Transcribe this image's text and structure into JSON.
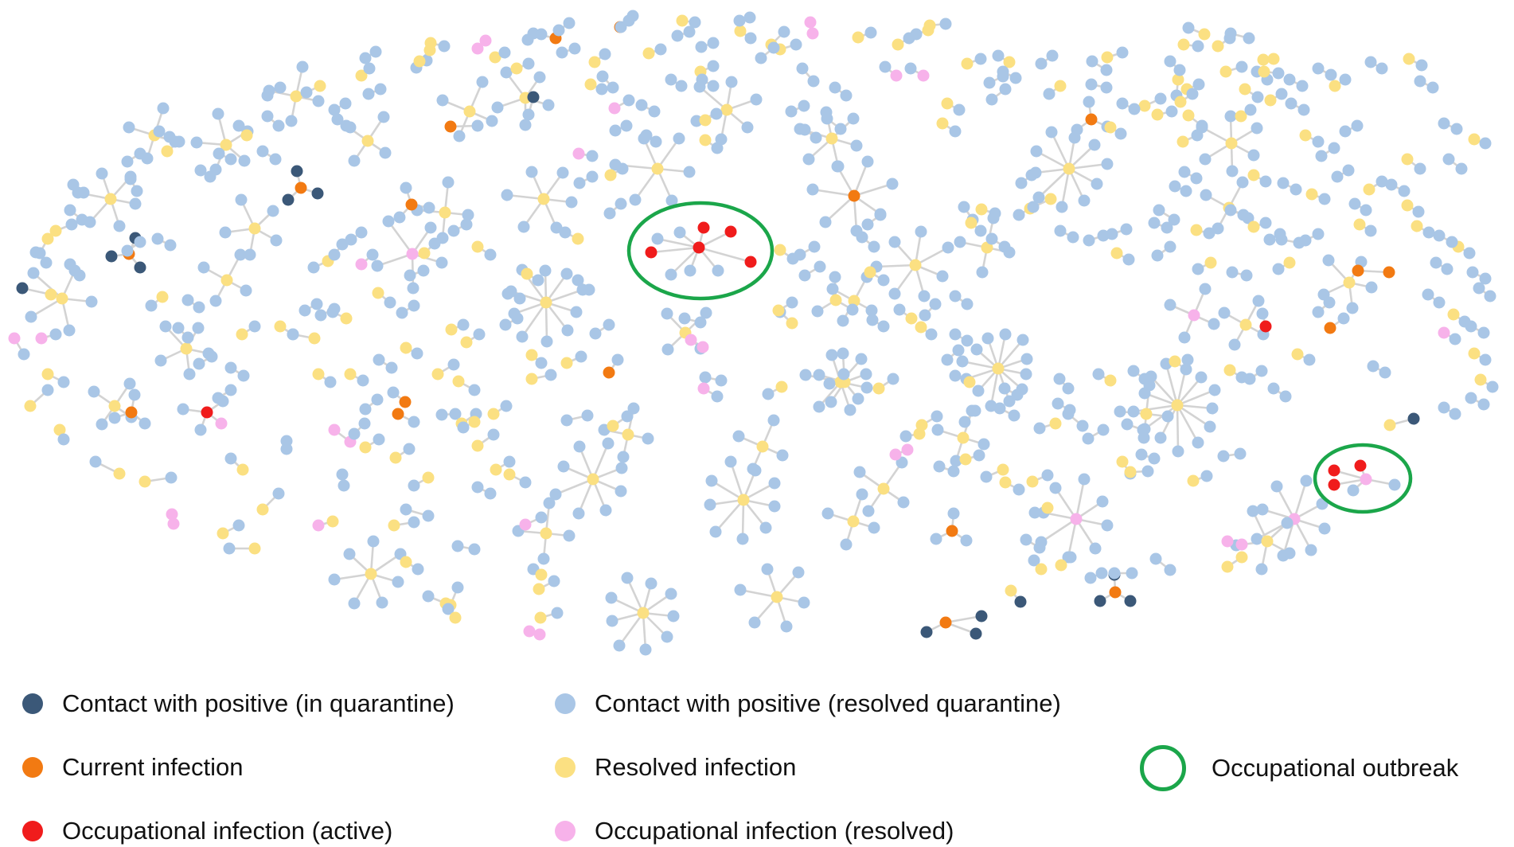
{
  "colors": {
    "quarantine": "#3b5878",
    "resolved_quarantine": "#a9c6e6",
    "current": "#f27a12",
    "resolved": "#fbe082",
    "occ_active": "#f01c1c",
    "occ_resolved": "#f7b2ea",
    "edge": "#d3d3d3",
    "outbreak": "#1ba64a"
  },
  "legend": {
    "quarantine": "Contact with positive (in quarantine)",
    "resolved_quarantine": "Contact with positive (resolved quarantine)",
    "current": "Current infection",
    "resolved": "Resolved infection",
    "occ_active": "Occupational infection (active)",
    "occ_resolved": "Occupational infection (resolved)",
    "outbreak": "Occupational outbreak"
  }
}
